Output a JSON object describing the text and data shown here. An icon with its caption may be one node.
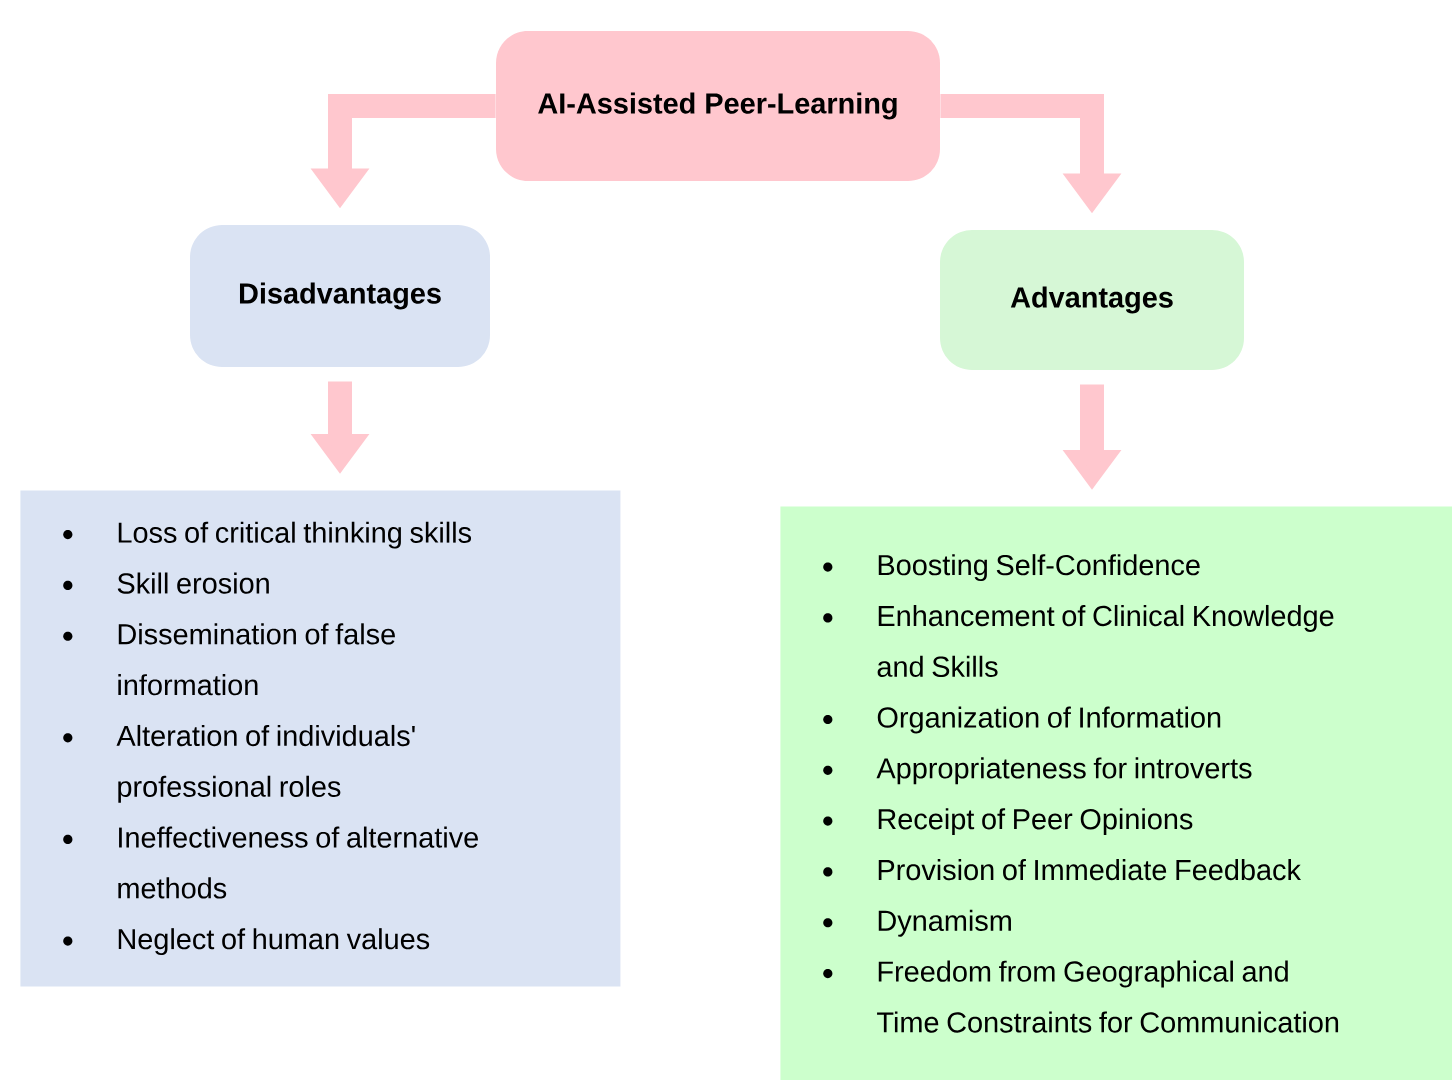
{
  "diagram": {
    "nodes": [
      {
        "text": [
          "AI-Assisted Peer-Learning"
        ]
      },
      {
        "text": [
          "Disadvantages"
        ]
      },
      {
        "text": [
          "Advantages"
        ]
      },
      {
        "text": [
          "Loss of critical thinking skills",
          "Skill erosion",
          "Dissemination of false information",
          "Alteration of individuals' professional roles",
          "Ineffectiveness of alternative methods",
          "Neglect of  human values"
        ]
      },
      {
        "text": [
          "Boosting Self-Confidence",
          "Enhancement of Clinical Knowledge and Skills",
          "Organization of Information",
          "Appropriateness for introverts",
          "Receipt of Peer Opinions",
          "Provision of Immediate Feedback",
          "Dynamism",
          "Freedom from Geographical and Time Constraints for Communication"
        ]
      }
    ],
    "edges": [
      {
        "from": 0,
        "to": 1,
        "arrow": "to"
      },
      {
        "from": 0,
        "to": 2,
        "arrow": "to"
      },
      {
        "from": 1,
        "to": 3,
        "arrow": "to"
      },
      {
        "from": 2,
        "to": 4,
        "arrow": "to"
      }
    ]
  }
}
